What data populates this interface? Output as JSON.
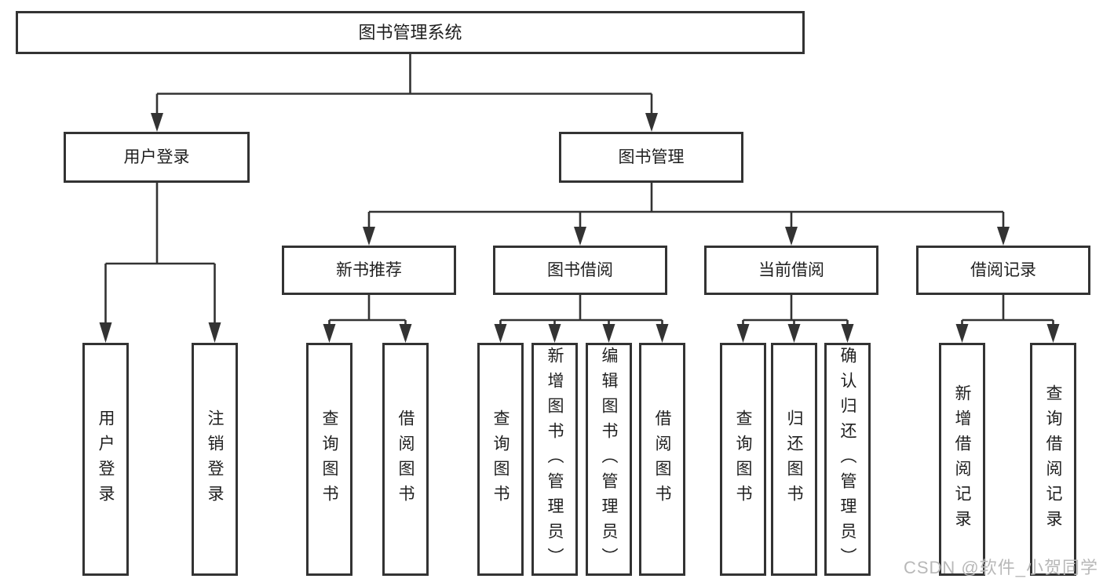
{
  "diagram": {
    "type": "functional-structure-tree",
    "colors": {
      "line": "#333333",
      "box_border": "#333333",
      "box_bg": "#ffffff",
      "text": "#1f1f1f",
      "watermark": "#b8b8b8"
    }
  },
  "tree": {
    "root": {
      "label": "图书管理系统",
      "children": [
        {
          "label": "用户登录",
          "children": [
            {
              "label": "用户登录"
            },
            {
              "label": "注销登录"
            }
          ]
        },
        {
          "label": "图书管理",
          "children": [
            {
              "label": "新书推荐",
              "children": [
                {
                  "label": "查询图书"
                },
                {
                  "label": "借阅图书"
                }
              ]
            },
            {
              "label": "图书借阅",
              "children": [
                {
                  "label": "查询图书"
                },
                {
                  "label": "新增图书（管理员）"
                },
                {
                  "label": "编辑图书（管理员）"
                },
                {
                  "label": "借阅图书"
                }
              ]
            },
            {
              "label": "当前借阅",
              "children": [
                {
                  "label": "查询图书"
                },
                {
                  "label": "归还图书"
                },
                {
                  "label": "确认归还（管理员）"
                }
              ]
            },
            {
              "label": "借阅记录",
              "children": [
                {
                  "label": "新增借阅记录"
                },
                {
                  "label": "查询借阅记录"
                }
              ]
            }
          ]
        }
      ]
    }
  },
  "watermark": {
    "text": "CSDN @软件_小贺同学"
  }
}
